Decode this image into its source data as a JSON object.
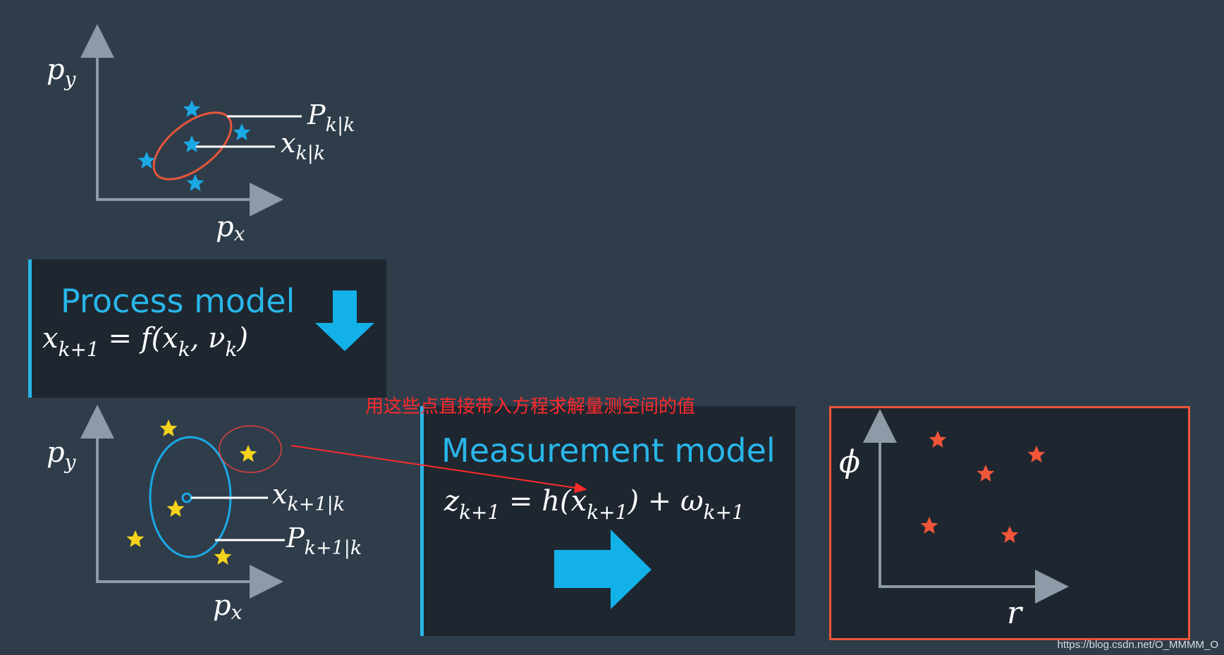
{
  "top_plot": {
    "ylabel": "p",
    "ylabel_sub": "y",
    "xlabel": "p",
    "xlabel_sub": "x",
    "covariance_label": "P",
    "covariance_sub": "k|k",
    "mean_label": "x",
    "mean_sub": "k|k"
  },
  "process_model": {
    "title": "Process model",
    "eq_lhs": "x",
    "eq_lhs_sub": "k+1",
    "eq_rest_1": " = f(x",
    "eq_rest_1_sub": "k",
    "eq_rest_2": ", ν",
    "eq_rest_2_sub": "k",
    "eq_rest_3": ")"
  },
  "bottom_plot": {
    "ylabel": "p",
    "ylabel_sub": "y",
    "xlabel": "p",
    "xlabel_sub": "x",
    "mean_label": "x",
    "mean_sub": "k+1|k",
    "covariance_label": "P",
    "covariance_sub": "k+1|k"
  },
  "measurement_model": {
    "title": "Measurement model",
    "eq_lhs": "z",
    "eq_lhs_sub": "k+1",
    "eq_mid": " = h(x",
    "eq_mid_sub": "k+1",
    "eq_rest": ") + ω",
    "eq_rest_sub": "k+1"
  },
  "measurement_space": {
    "ylabel": "ϕ",
    "xlabel": "r"
  },
  "annotation": "用这些点直接带入方程求解量测空间的值",
  "watermark": "https://blog.csdn.net/O_MMMM_O",
  "colors": {
    "background": "#2f3d4b",
    "panel": "#1e2630",
    "accent_blue": "#29b6e8",
    "star_blue": "#1aa9e6",
    "star_yellow": "#f5d31c",
    "star_red": "#f0553a",
    "ellipse_red": "#e8553a",
    "annotation_red": "#ff2a2a",
    "axis": "#8d9aa7"
  },
  "icons": {
    "down_arrow": "down-arrow-icon",
    "right_arrow": "right-arrow-icon",
    "star": "star-icon"
  }
}
